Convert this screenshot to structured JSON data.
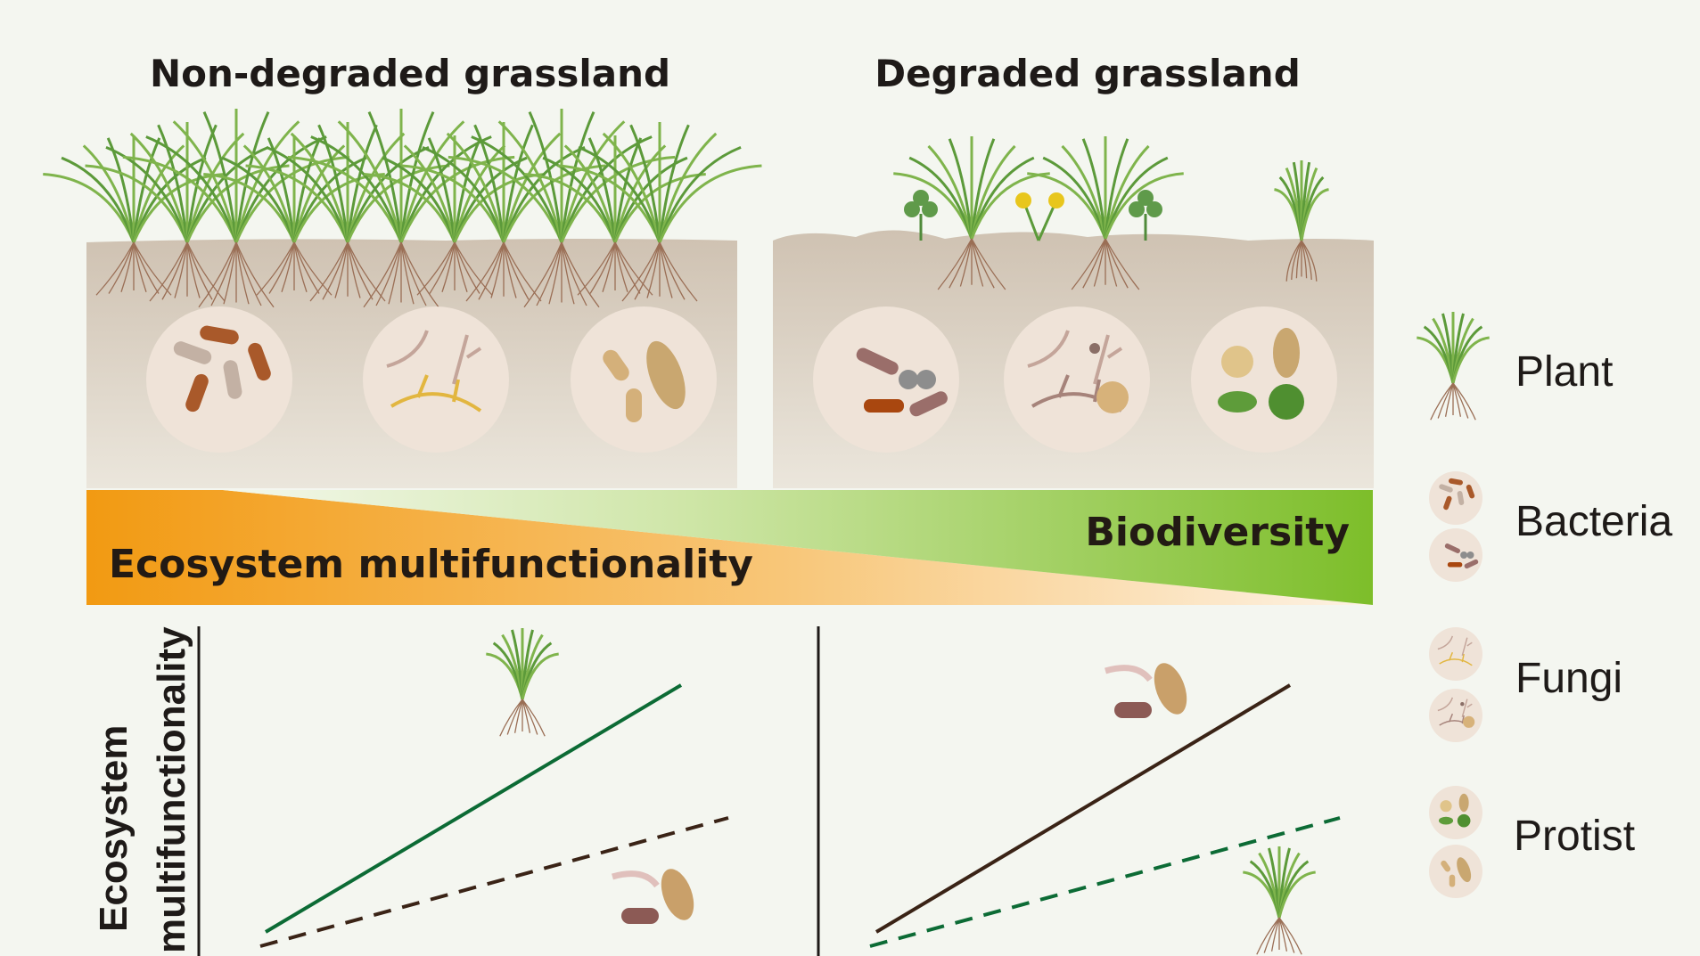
{
  "panels": {
    "left_title": "Non-degraded grassland",
    "right_title": "Degraded grassland"
  },
  "gradient_band": {
    "ecosystem_label": "Ecosystem multifunctionality",
    "biodiversity_label": "Biodiversity",
    "colors": {
      "orange": "#f29a12",
      "green": "#7dbe2a"
    }
  },
  "bottom_plots": {
    "y_axis_label_line1": "Ecosystem",
    "y_axis_label_line2": "multifunctionality",
    "left": {
      "solid": "plant",
      "dashed": "microbes",
      "solid_color": "#0c6b35",
      "dashed_color": "#3a2316"
    },
    "right": {
      "solid": "microbes",
      "dashed": "plant",
      "solid_color": "#3a2316",
      "dashed_color": "#0c6b35"
    }
  },
  "legend": {
    "items": [
      {
        "label": "Plant",
        "icon": "plant-icon"
      },
      {
        "label": "Bacteria",
        "icon": "bacteria-icon"
      },
      {
        "label": "Fungi",
        "icon": "fungi-icon"
      },
      {
        "label": "Protist",
        "icon": "protist-icon"
      }
    ]
  }
}
